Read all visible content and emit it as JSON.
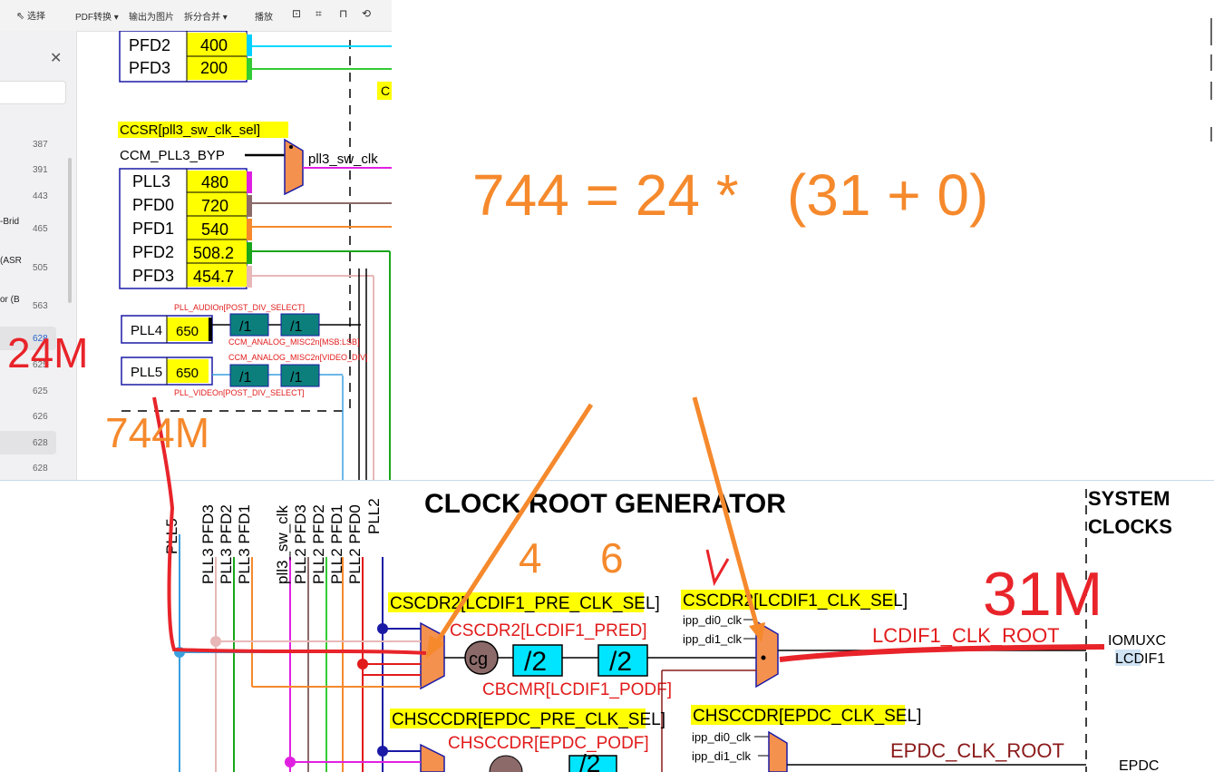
{
  "toolbar": {
    "select": "选择",
    "pdf_convert": "PDF转换",
    "export_image": "输出为图片",
    "split_merge": "拆分合并",
    "play": "播放"
  },
  "sidebar": {
    "pages": [
      "387",
      "391",
      "443",
      "465",
      "505",
      "563",
      "628",
      "625",
      "625",
      "626",
      "628",
      "628"
    ],
    "labels": [
      "-Brid",
      "(ASR",
      "or (B"
    ]
  },
  "top_diagram": {
    "pll2_rows": [
      {
        "name": "PFD2",
        "value": "400"
      },
      {
        "name": "PFD3",
        "value": "200"
      }
    ],
    "edge_label": "C",
    "ccsr_label": "CCSR[pll3_sw_clk_sel]",
    "ccm_bypass": "CCM_PLL3_BYP",
    "pll3_sw_clk": "pll3_sw_clk",
    "pll3_rows": [
      {
        "name": "PLL3",
        "value": "480"
      },
      {
        "name": "PFD0",
        "value": "720"
      },
      {
        "name": "PFD1",
        "value": "540"
      },
      {
        "name": "PFD2",
        "value": "508.2"
      },
      {
        "name": "PFD3",
        "value": "454.7"
      }
    ],
    "pll4": {
      "name": "PLL4",
      "value": "650",
      "label_top": "PLL_AUDIOn[POST_DIV_SELECT]",
      "label_bottom": "CCM_ANALOG_MISC2n[MSB:LSB]"
    },
    "pll5": {
      "name": "PLL5",
      "value": "650",
      "label_top": "CCM_ANALOG_MISC2n[VIDEO_DIV]",
      "label_bottom": "PLL_VIDEOn[POST_DIV_SELECT]"
    },
    "div_label": "/1"
  },
  "bottom_diagram": {
    "title": "CLOCK ROOT GENERATOR",
    "system_clocks": [
      "SYSTEM",
      "CLOCKS"
    ],
    "vertical_labels": [
      "PLL5",
      "PLL3 PFD3",
      "PLL3 PFD2",
      "PLL3 PFD1",
      "pll3_sw_clk",
      "PLL2 PFD3",
      "PLL2 PFD2",
      "PLL2 PFD1",
      "PLL2 PFD0",
      "PLL2"
    ],
    "lcdif_pre_sel": "CSCDR2[LCDIF1_PRE_CLK_SEL]",
    "lcdif_pred": "CSCDR2[LCDIF1_PRED]",
    "cg": "cg",
    "div2": "/2",
    "lcdif_podf": "CBCMR[LCDIF1_PODF]",
    "lcdif_clk_sel": "CSCDR2[LCDIF1_CLK_SEL]",
    "ipp_di0": "ipp_di0_clk",
    "ipp_di1": "ipp_di1_clk",
    "lcdif_root": "LCDIF1_CLK_ROOT",
    "iomuxc": "IOMUXC",
    "lcdif1": "LCDIF1",
    "epdc_pre_sel": "CHSCCDR[EPDC_PRE_CLK_SEL]",
    "epdc_podf": "CHSCCDR[EPDC_PODF]",
    "epdc_clk_sel": "CHSCCDR[EPDC_CLK_SEL]",
    "epdc_root": "EPDC_CLK_ROOT",
    "epdc": "EPDC"
  },
  "annotations": {
    "formula": "744 = 24 *   (31 + 0)",
    "m24": "24M",
    "m744": "744M",
    "n4": "4",
    "n6": "6",
    "m31": "31M"
  },
  "colors": {
    "orange": "#f5892c",
    "red": "#e8242a",
    "yellow": "#ffff00",
    "teal": "#0c7f7c",
    "cyan": "#00e5ff",
    "mux": "#f4914e",
    "diagram_red": "#e21b1b"
  }
}
